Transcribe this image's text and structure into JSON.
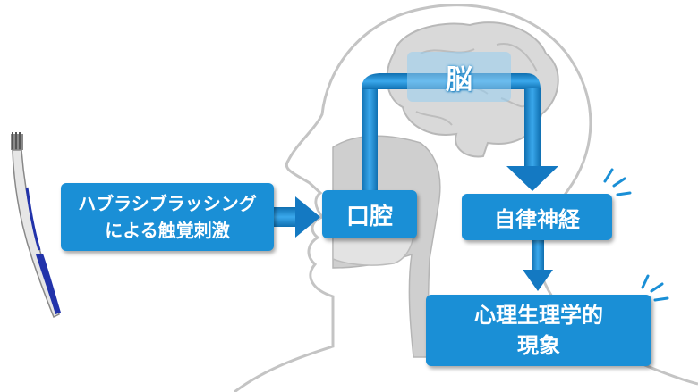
{
  "brain_label": "脳",
  "stimulus": {
    "line1": "ハブラシブラッシング",
    "line2": "による触覚刺激"
  },
  "mouth_label": "口腔",
  "autonomic_label": "自律神経",
  "phenomenon": {
    "line1": "心理生理学的",
    "line2": "現象"
  },
  "colors": {
    "box": "#1a8fd6",
    "arrow": "#1479c2",
    "silhouette": "#bdbdbd",
    "brain": "#c9c9c9"
  },
  "icons": [
    "toothbrush-icon",
    "emphasis-marks-icon"
  ]
}
